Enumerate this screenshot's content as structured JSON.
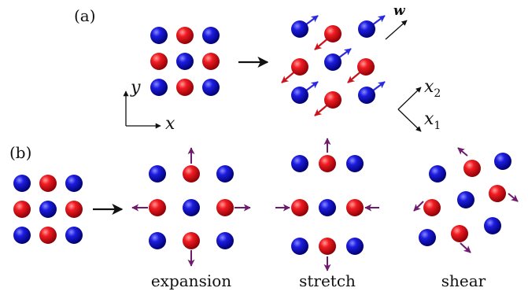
{
  "panel_a": {
    "label": "(a)"
  },
  "panel_b": {
    "label": "(b)"
  },
  "axes": {
    "x": "x",
    "y": "y"
  },
  "rotated_axes": {
    "x2_base": "x",
    "x2_sub": "2",
    "x1_base": "x",
    "x1_sub": "1"
  },
  "vector_w": "w",
  "captions": {
    "expansion": "expansion",
    "stretch": "stretch",
    "shear": "shear"
  },
  "colors": {
    "red_particle": "#e8141c",
    "blue_particle": "#1a1ad6",
    "red_arrow": "#c8141c",
    "blue_arrow": "#2a2ae0",
    "purple_arrow": "#6e1a6e",
    "black": "#111111"
  }
}
